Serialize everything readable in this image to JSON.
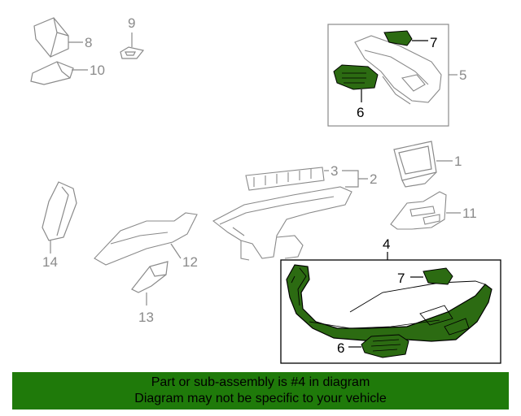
{
  "callouts": {
    "p1": "1",
    "p2": "2",
    "p3": "3",
    "p4": "4",
    "p5": "5",
    "p6_top": "6",
    "p6_bottom": "6",
    "p7_top": "7",
    "p7_bottom": "7",
    "p8": "8",
    "p9": "9",
    "p10": "10",
    "p11": "11",
    "p12": "12",
    "p13": "13",
    "p14": "14"
  },
  "banner": {
    "line1": "Part or sub-assembly is #4 in diagram",
    "line2": "Diagram may not be specific to your vehicle"
  },
  "colors": {
    "highlight_fill": "#2c6b12",
    "banner_bg": "#1f7a0a",
    "grey_outline": "#8a8a8a"
  }
}
